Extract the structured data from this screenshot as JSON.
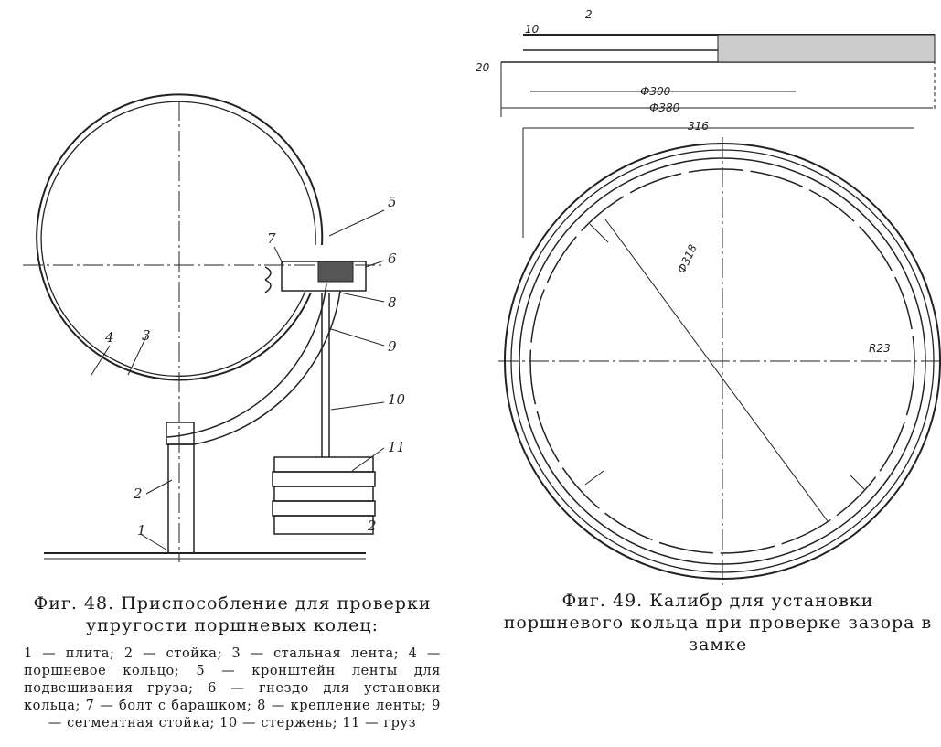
{
  "fig48": {
    "caption_title": "Фиг. 48. Приспособление для проверки упругости поршневых колец:",
    "caption_legend": "1 — плита; 2 — стойка; 3 — стальная лента; 4 — поршневое кольцо; 5 — кронштейн ленты для подвешивания груза; 6 — гнездо для установки кольца; 7 — болт с барашком; 8 — крепление ленты; 9 — сегментная стойка; 10 — стержень; 11 — груз",
    "labels": [
      "1",
      "2",
      "3",
      "4",
      "5",
      "6",
      "7",
      "8",
      "9",
      "10",
      "11",
      "2"
    ]
  },
  "fig49": {
    "caption_title": "Фиг. 49. Калибр для установки поршневого кольца при проверке зазора в замке",
    "dims": {
      "d300": "Ф300",
      "d380": "Ф380",
      "w316": "316",
      "d318": "Ф318",
      "r23": "R23",
      "h2": "2",
      "s10": "10",
      "s20": "20"
    }
  }
}
